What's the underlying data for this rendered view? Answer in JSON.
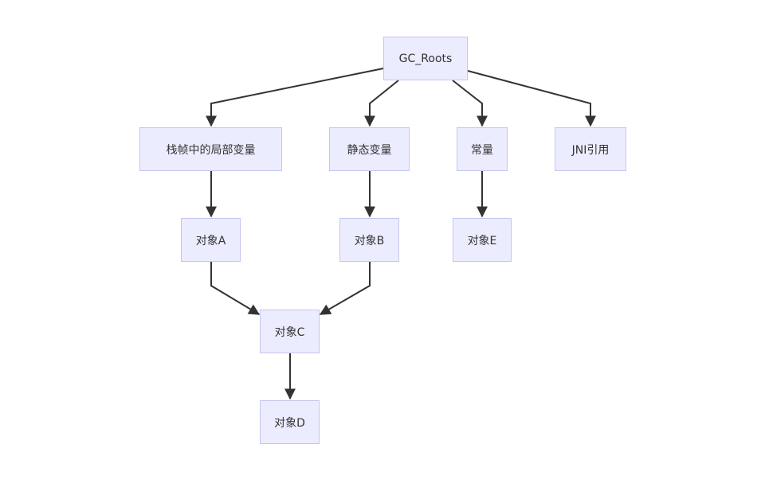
{
  "diagram": {
    "nodes": {
      "gc_roots": "GC_Roots",
      "stack_local_vars": "栈帧中的局部变量",
      "static_vars": "静态变量",
      "constants": "常量",
      "jni_refs": "JNI引用",
      "object_a": "对象A",
      "object_b": "对象B",
      "object_c": "对象C",
      "object_d": "对象D",
      "object_e": "对象E"
    },
    "edges": [
      [
        "gc_roots",
        "stack_local_vars"
      ],
      [
        "gc_roots",
        "static_vars"
      ],
      [
        "gc_roots",
        "constants"
      ],
      [
        "gc_roots",
        "jni_refs"
      ],
      [
        "stack_local_vars",
        "object_a"
      ],
      [
        "static_vars",
        "object_b"
      ],
      [
        "constants",
        "object_e"
      ],
      [
        "object_a",
        "object_c"
      ],
      [
        "object_b",
        "object_c"
      ],
      [
        "object_c",
        "object_d"
      ]
    ],
    "colors": {
      "node_fill": "#ececff",
      "node_border": "#c5c5f0",
      "edge": "#333333",
      "text": "#333333"
    }
  }
}
